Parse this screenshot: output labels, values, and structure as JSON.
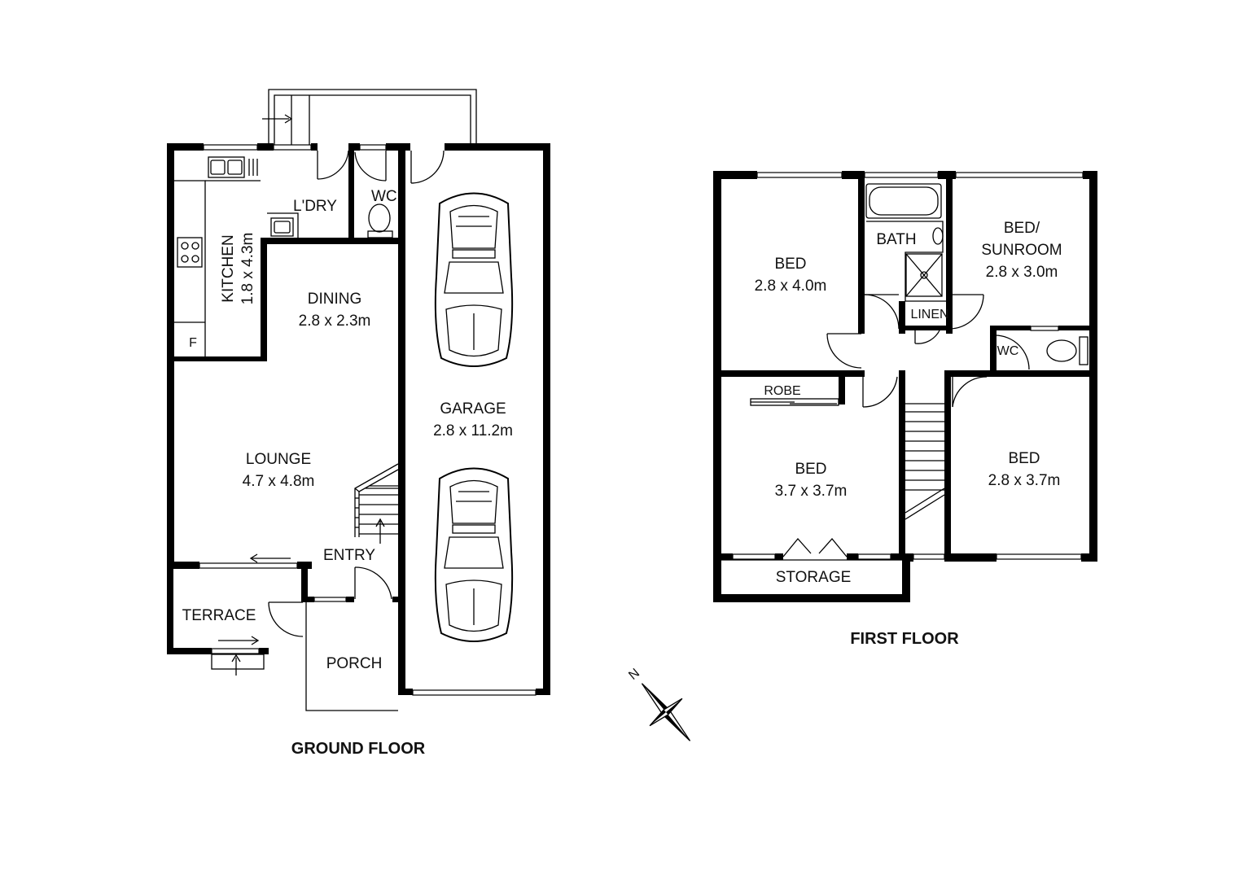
{
  "ground_floor": {
    "title": "GROUND FLOOR",
    "rooms": {
      "kitchen": {
        "name": "KITCHEN",
        "size": "1.8 x 4.3m"
      },
      "laundry": {
        "name": "L'DRY"
      },
      "wc": {
        "name": "WC"
      },
      "dining": {
        "name": "DINING",
        "size": "2.8 x 2.3m"
      },
      "lounge": {
        "name": "LOUNGE",
        "size": "4.7 x 4.8m"
      },
      "garage": {
        "name": "GARAGE",
        "size": "2.8 x 11.2m"
      },
      "entry": {
        "name": "ENTRY"
      },
      "terrace": {
        "name": "TERRACE"
      },
      "porch": {
        "name": "PORCH"
      },
      "fridge": {
        "name": "F"
      }
    }
  },
  "first_floor": {
    "title": "FIRST FLOOR",
    "rooms": {
      "bed1": {
        "name": "BED",
        "size": "2.8 x 4.0m"
      },
      "bath": {
        "name": "BATH"
      },
      "bed_sunroom": {
        "name_line1": "BED/",
        "name_line2": "SUNROOM",
        "size": "2.8 x 3.0m"
      },
      "linen": {
        "name": "LINEN"
      },
      "wc": {
        "name": "WC"
      },
      "robe": {
        "name": "ROBE"
      },
      "bed2": {
        "name": "BED",
        "size": "3.7 x 3.7m"
      },
      "bed3": {
        "name": "BED",
        "size": "2.8 x 3.7m"
      },
      "storage": {
        "name": "STORAGE"
      }
    }
  },
  "compass": {
    "north_label": "N",
    "icon": "north-arrow-icon"
  }
}
